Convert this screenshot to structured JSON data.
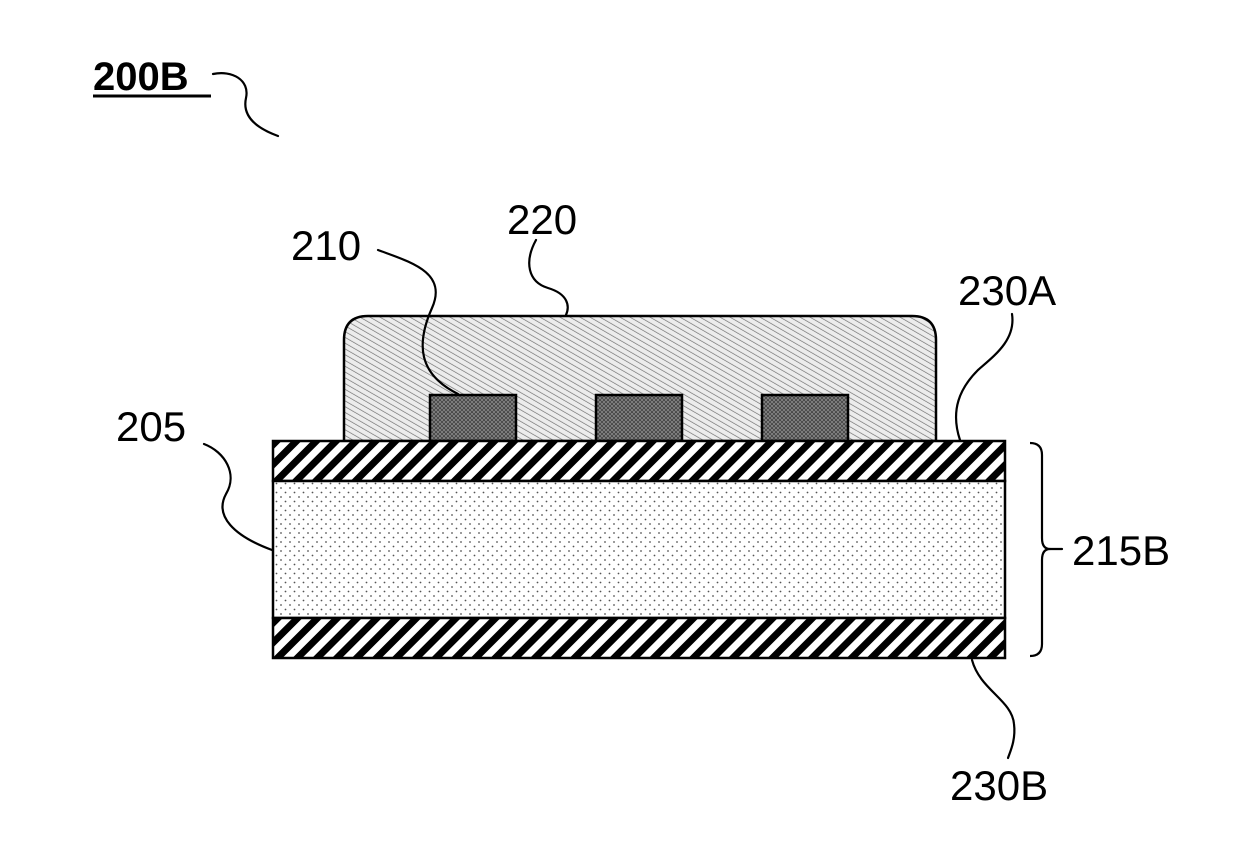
{
  "figure": {
    "label": "200B"
  },
  "reference_numerals": {
    "substrate": "205",
    "chips": "210",
    "encapsulant": "220",
    "top_layer": "230A",
    "stack_bracket": "215B",
    "bottom_layer": "230B"
  }
}
